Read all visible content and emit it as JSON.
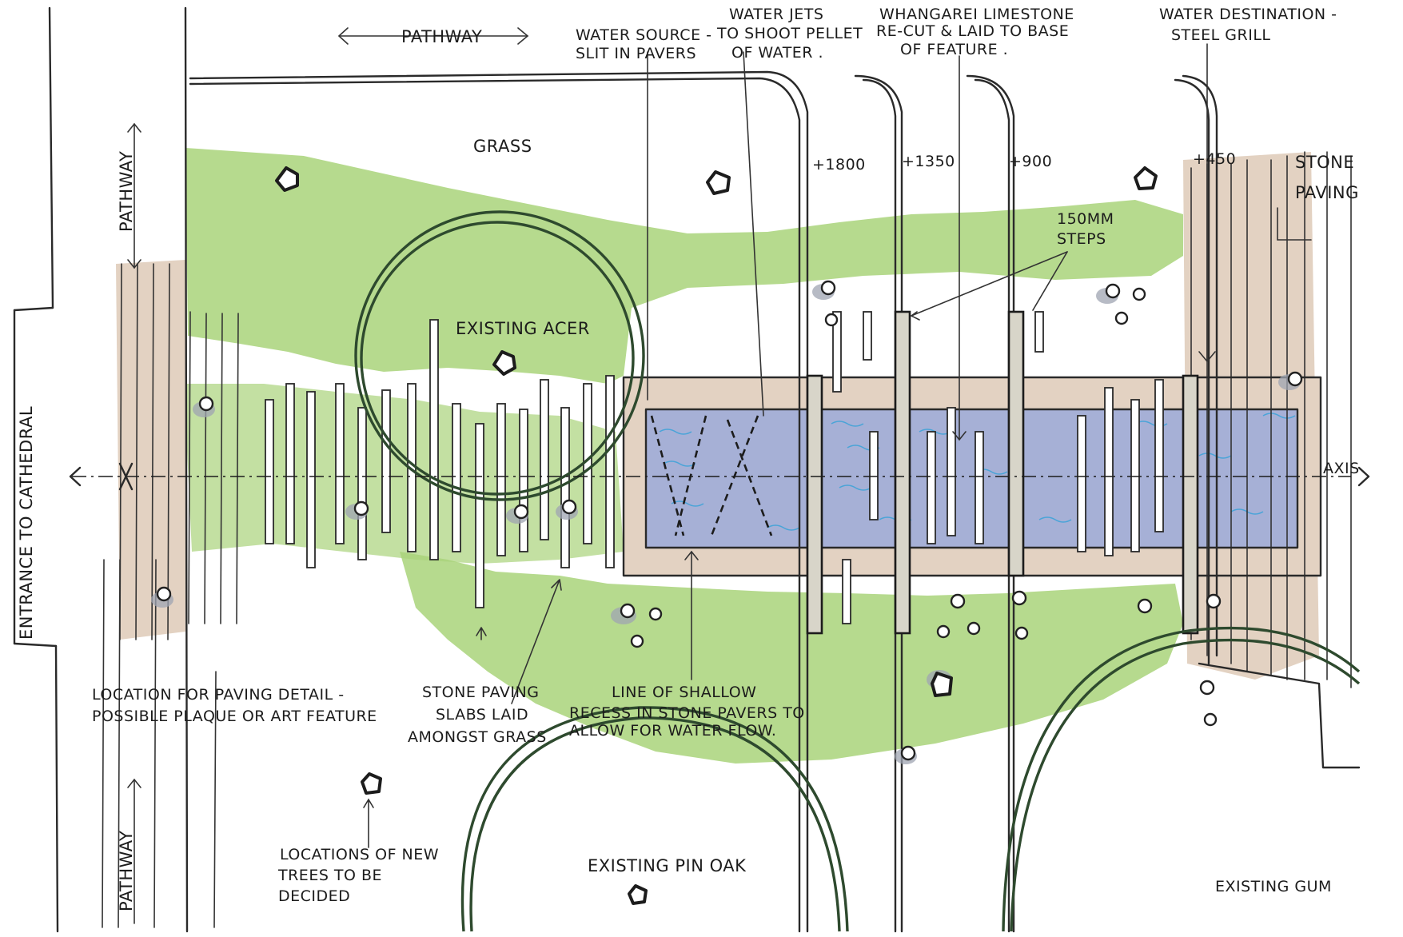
{
  "labels": {
    "pathway_top": "PATHWAY",
    "pathway_left_upper": "PATHWAY",
    "pathway_left_lower": "PATHWAY",
    "entrance": "ENTRANCE TO CATHEDRAL",
    "grass": "GRASS",
    "water_source_1": "WATER SOURCE -",
    "water_source_2": "SLIT IN PAVERS",
    "water_jets_1": "WATER JETS",
    "water_jets_2": "TO SHOOT PELLET",
    "water_jets_3": "OF WATER .",
    "limestone_1": "WHANGAREI LIMESTONE",
    "limestone_2": "RE-CUT & LAID TO BASE",
    "limestone_3": "OF FEATURE .",
    "destination_1": "WATER DESTINATION -",
    "destination_2": "STEEL GRILL",
    "level_1800": "+1800",
    "level_1350": "+1350",
    "level_900": "+900",
    "level_450": "+450",
    "stone_paving_1": "STONE",
    "stone_paving_2": "PAVING",
    "steps_1": "150MM",
    "steps_2": "STEPS",
    "existing_acer": "EXISTING ACER",
    "axis": "AXIS",
    "paving_detail_1": "LOCATION FOR PAVING DETAIL -",
    "paving_detail_2": "POSSIBLE PLAQUE OR ART FEATURE",
    "slabs_1": "STONE PAVING",
    "slabs_2": "SLABS LAID",
    "slabs_3": "AMONGST GRASS",
    "recess_1": "LINE OF SHALLOW",
    "recess_2": "RECESS IN STONE PAVERS TO",
    "recess_3": "ALLOW FOR WATER FLOW.",
    "new_trees_1": "LOCATIONS OF NEW",
    "new_trees_2": "TREES TO BE",
    "new_trees_3": "DECIDED",
    "pin_oak": "EXISTING PIN OAK",
    "gum": "EXISTING GUM"
  },
  "colors": {
    "grass": "#a9d37a",
    "paving": "#e3d2c2",
    "water": "#a6b0d6",
    "water_ripple": "#3aa2d8",
    "ink": "#1c1c1c"
  },
  "icons": [
    "tree-icon",
    "shrub-icon",
    "arrow-icon"
  ]
}
